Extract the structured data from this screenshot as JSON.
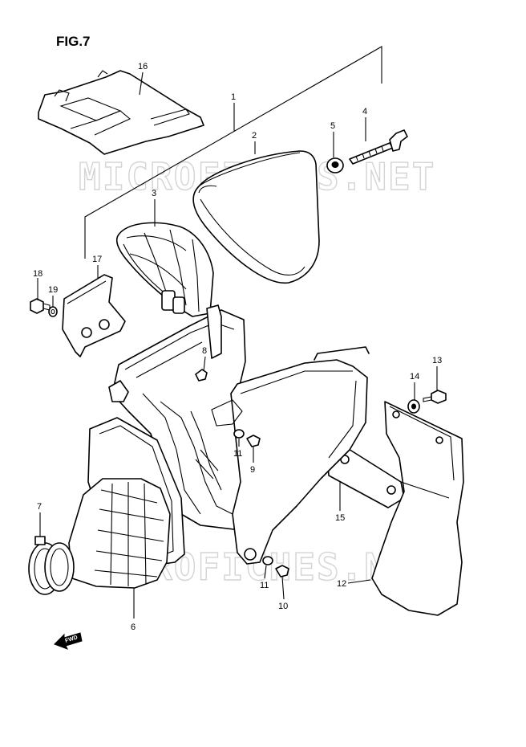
{
  "figure": {
    "title": "FIG.7",
    "watermark": "MICROFICHES.NET",
    "fwd_label": "FWD"
  },
  "callouts": {
    "c1": "1",
    "c2": "2",
    "c3": "3",
    "c4": "4",
    "c5": "5",
    "c6": "6",
    "c7": "7",
    "c8": "8",
    "c9": "9",
    "c10": "10",
    "c11a": "11",
    "c11b": "11",
    "c12": "12",
    "c13": "13",
    "c14": "14",
    "c15": "15",
    "c16": "16",
    "c17": "17",
    "c18": "18",
    "c19": "19"
  },
  "colors": {
    "line": "#000000",
    "background": "#ffffff",
    "watermark": "#d4d4d4"
  }
}
